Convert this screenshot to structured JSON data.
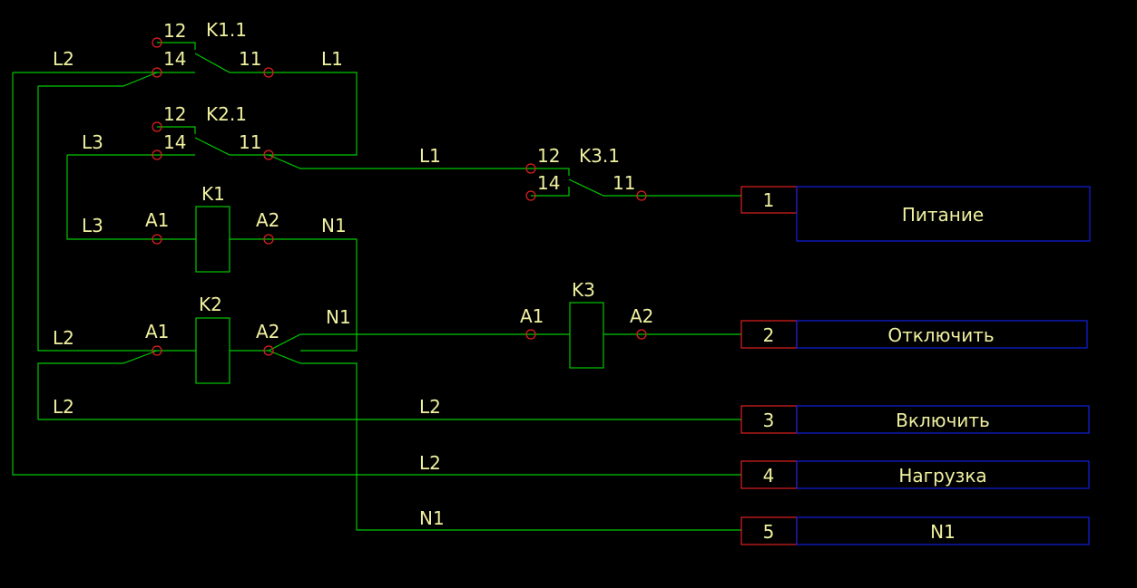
{
  "labels": {
    "k1_1": "K1.1",
    "k2_1": "K2.1",
    "k3_1": "K3.1",
    "k1": "K1",
    "k2": "K2",
    "k3": "K3",
    "pin_12": "12",
    "pin_14": "14",
    "pin_11": "11",
    "pin_a1": "A1",
    "pin_a2": "A2",
    "net_l1": "L1",
    "net_l2": "L2",
    "net_l3": "L3",
    "net_n1": "N1"
  },
  "terminals": [
    {
      "number": "1",
      "label": "Питание"
    },
    {
      "number": "2",
      "label": "Отключить"
    },
    {
      "number": "3",
      "label": "Включить"
    },
    {
      "number": "4",
      "label": "Нагрузка"
    },
    {
      "number": "5",
      "label": "N1"
    }
  ],
  "colors": {
    "background": "#000000",
    "wire": "#00c800",
    "node": "#e02020",
    "terminal_number_box": "#e02020",
    "terminal_label_box": "#1020e0",
    "text": "#f0f0a0"
  }
}
